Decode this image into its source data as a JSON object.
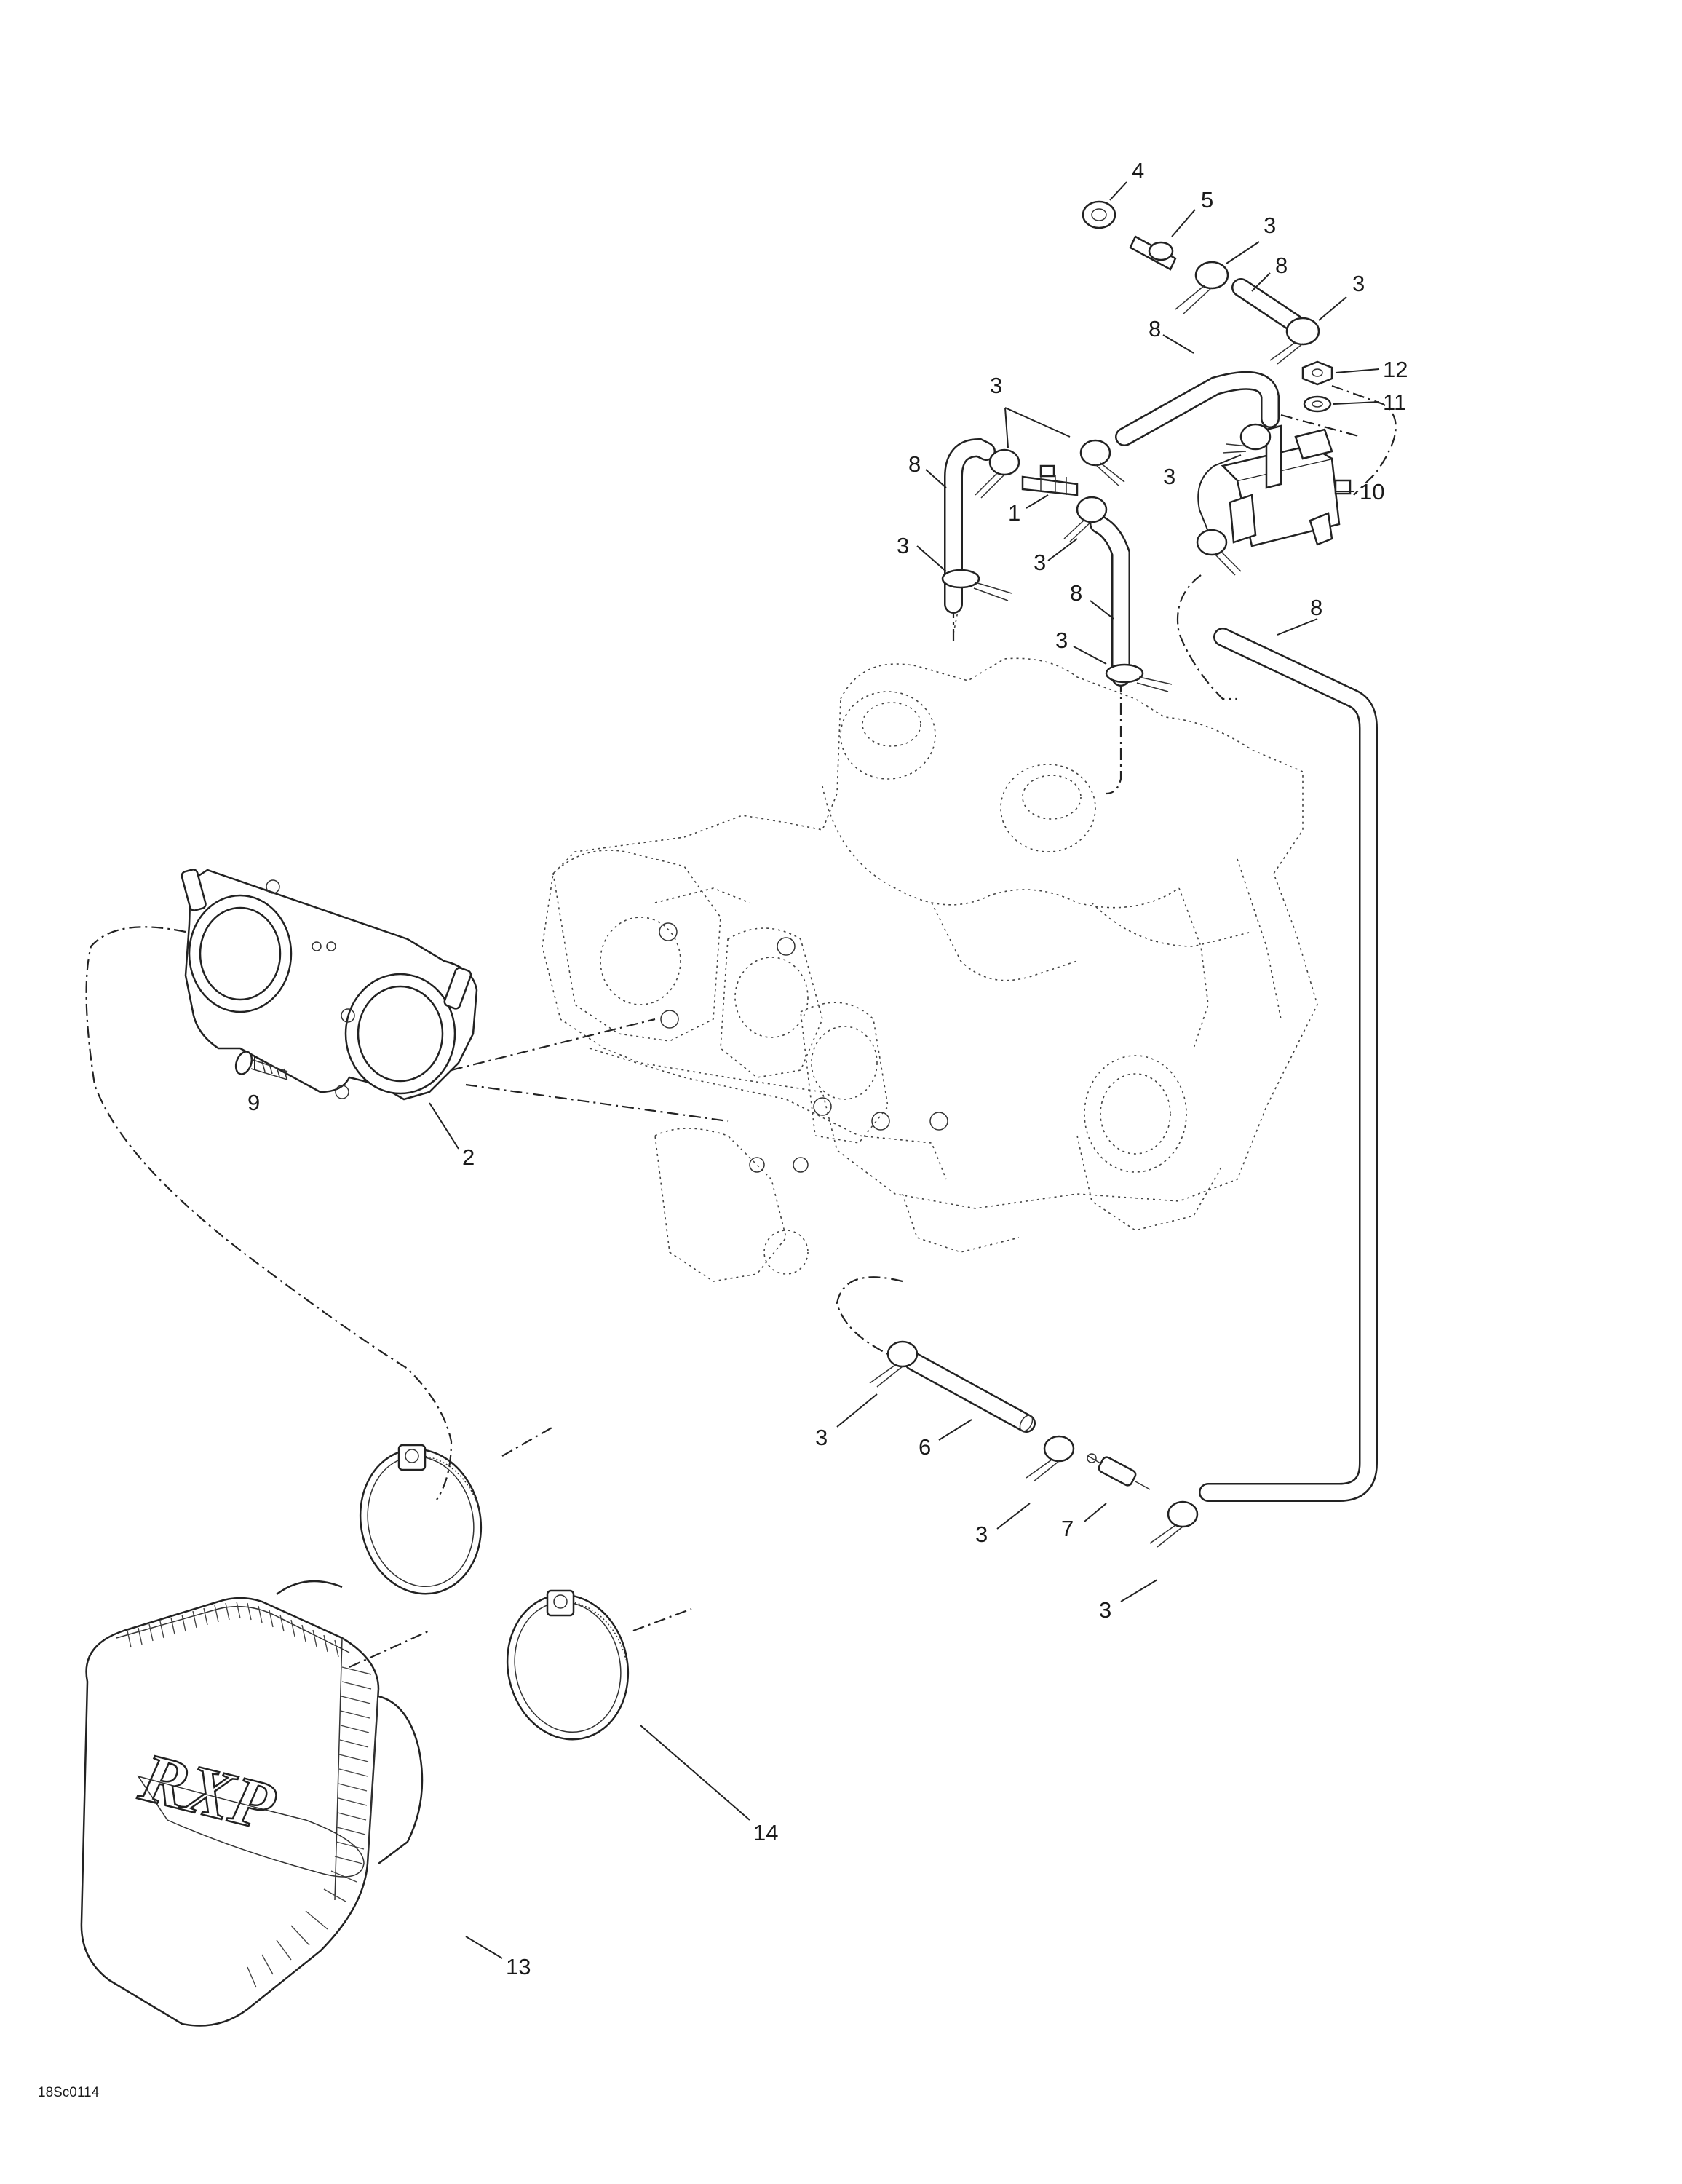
{
  "figure_code": "18Sc0114",
  "callouts": [
    {
      "id": "c4",
      "text": "4"
    },
    {
      "id": "c5",
      "text": "5"
    },
    {
      "id": "c3a",
      "text": "3"
    },
    {
      "id": "c8a",
      "text": "8"
    },
    {
      "id": "c3b",
      "text": "3"
    },
    {
      "id": "c12",
      "text": "12"
    },
    {
      "id": "c11",
      "text": "11"
    },
    {
      "id": "c8b",
      "text": "8"
    },
    {
      "id": "c3c",
      "text": "3"
    },
    {
      "id": "c8c",
      "text": "8"
    },
    {
      "id": "c1",
      "text": "1"
    },
    {
      "id": "c3d",
      "text": "3"
    },
    {
      "id": "c10",
      "text": "10"
    },
    {
      "id": "c3e",
      "text": "3"
    },
    {
      "id": "c3f",
      "text": "3"
    },
    {
      "id": "c8d",
      "text": "8"
    },
    {
      "id": "c8e",
      "text": "8"
    },
    {
      "id": "c3g",
      "text": "3"
    },
    {
      "id": "c9",
      "text": "9"
    },
    {
      "id": "c2",
      "text": "2"
    },
    {
      "id": "c3h",
      "text": "3"
    },
    {
      "id": "c6",
      "text": "6"
    },
    {
      "id": "c3i",
      "text": "3"
    },
    {
      "id": "c7",
      "text": "7"
    },
    {
      "id": "c3j",
      "text": "3"
    },
    {
      "id": "c14",
      "text": "14"
    },
    {
      "id": "c13",
      "text": "13"
    }
  ],
  "filter_logo": "RXP"
}
